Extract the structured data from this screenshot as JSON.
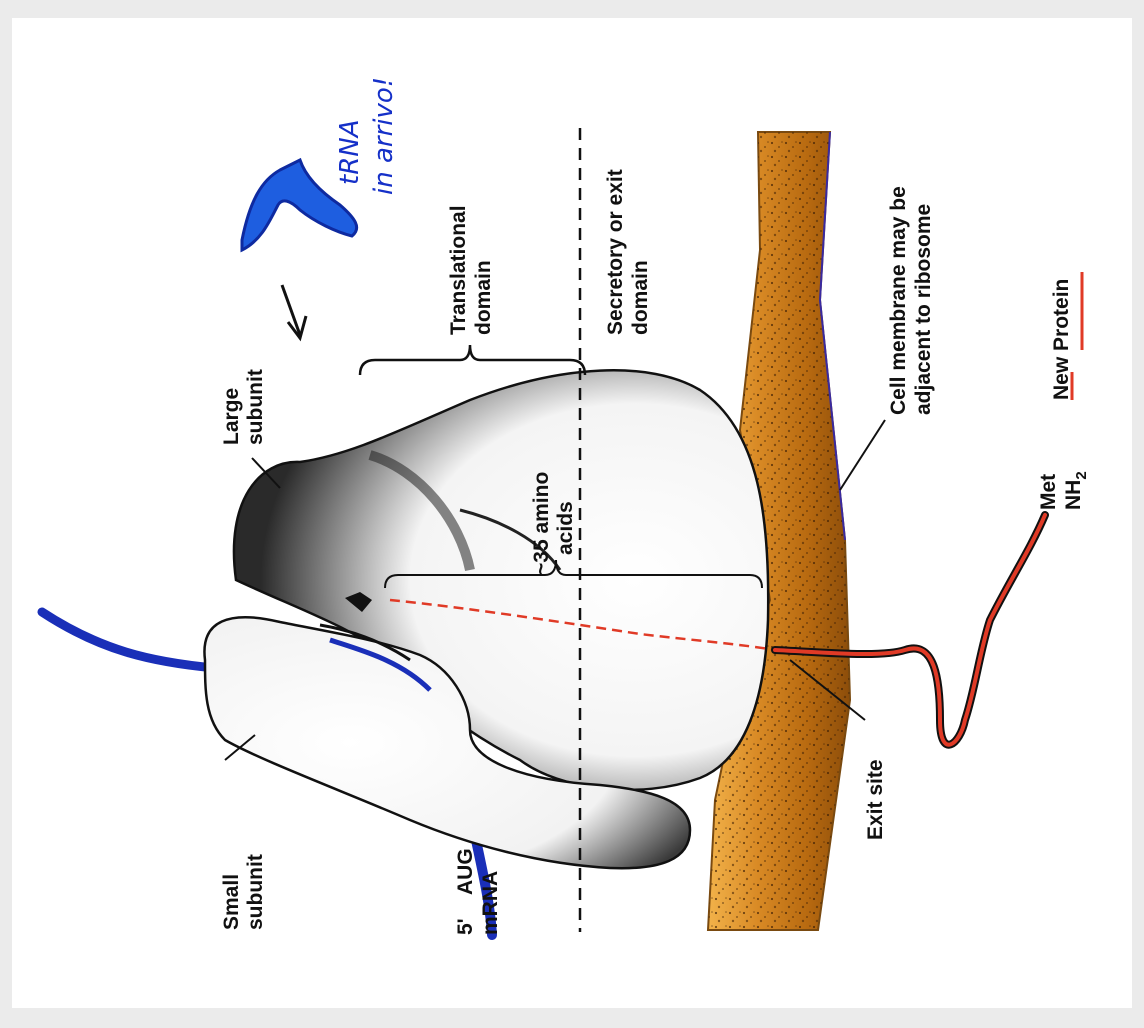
{
  "labels": {
    "small_subunit": [
      "Small",
      "subunit"
    ],
    "large_subunit": [
      "Large",
      "subunit"
    ],
    "translational_domain": [
      "Translational",
      "domain"
    ],
    "secretory_domain": [
      "Secretory or exit",
      "domain"
    ],
    "amino_acids": [
      "~35 amino",
      "acids"
    ],
    "five_prime": "5'",
    "aug": "AUG",
    "mrna": "mRNA",
    "exit_site": "Exit site",
    "cell_membrane": [
      "Cell membrane may be",
      "adjacent to ribosome"
    ],
    "met": "Met",
    "nh2": "NH",
    "nh2_sub": "2",
    "new_protein": "New Protein"
  },
  "handwriting": [
    "tRNA",
    "in arrivo!"
  ],
  "colors": {
    "mrna": "#1a2fb8",
    "trna": "#1e5ee0",
    "protein": "#e03a26",
    "membrane_light": "#f0a43a",
    "membrane_dark": "#b86a10"
  }
}
